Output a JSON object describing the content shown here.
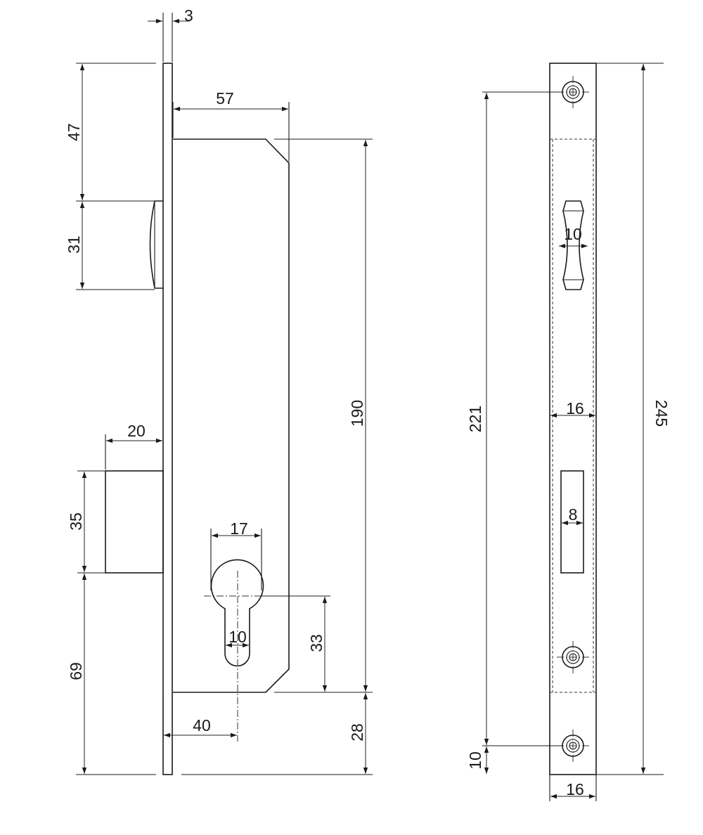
{
  "drawing": {
    "dimensions": {
      "faceplate_thickness": "3",
      "top_to_latch": "47",
      "latch_height": "31",
      "case_depth": "57",
      "case_height": "190",
      "bolt_throw": "20",
      "bolt_height": "35",
      "bolt_to_bottom": "69",
      "cylinder_width": "17",
      "cylinder_slot": "10",
      "cylinder_to_case_bottom": "33",
      "backset": "40",
      "case_to_bottom": "28",
      "screw_centers": "221",
      "faceplate_height": "245",
      "latch_hole_width": "10",
      "case_width": "16",
      "bolt_hole_width": "8",
      "screw_to_bottom": "10",
      "faceplate_width": "16"
    }
  }
}
